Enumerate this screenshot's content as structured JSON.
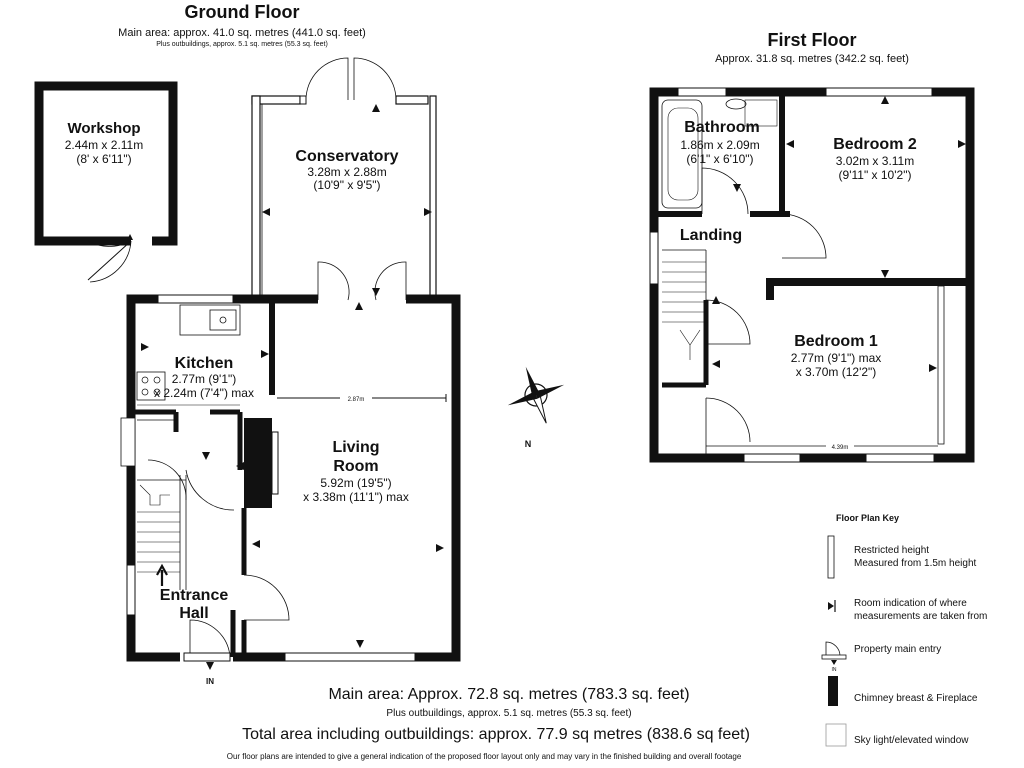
{
  "ground_floor": {
    "title": "Ground Floor",
    "area": "Main area: approx. 41.0 sq. metres (441.0 sq. feet)",
    "outbuildings": "Plus outbuildings, approx. 5.1 sq. metres (55.3 sq. feet)",
    "rooms": {
      "workshop": {
        "name": "Workshop",
        "dim1": "2.44m x 2.11m",
        "dim2": "(8' x 6'11\")"
      },
      "conservatory": {
        "name": "Conservatory",
        "dim1": "3.28m x 2.88m",
        "dim2": "(10'9\" x 9'5\")"
      },
      "kitchen": {
        "name": "Kitchen",
        "dim1": "2.77m (9'1\")",
        "dim2": "x 2.24m (7'4\") max"
      },
      "living_room": {
        "name1": "Living",
        "name2": "Room",
        "dim1": "5.92m (19'5\")",
        "dim2": "x 3.38m (11'1\") max"
      },
      "entrance_hall": {
        "name1": "Entrance",
        "name2": "Hall"
      }
    },
    "restricted_measure": "2.87m",
    "entry_label": "IN"
  },
  "first_floor": {
    "title": "First Floor",
    "area": "Approx. 31.8 sq. metres (342.2 sq. feet)",
    "rooms": {
      "bathroom": {
        "name": "Bathroom",
        "dim1": "1.86m x 2.09m",
        "dim2": "(6'1\" x 6'10\")"
      },
      "bedroom2": {
        "name": "Bedroom 2",
        "dim1": "3.02m x 3.11m",
        "dim2": "(9'11\" x 10'2\")"
      },
      "landing": {
        "name": "Landing"
      },
      "bedroom1": {
        "name": "Bedroom 1",
        "dim1": "2.77m (9'1\") max",
        "dim2": "x 3.70m (12'2\")"
      }
    },
    "restricted_measure": "4.39m"
  },
  "compass": {
    "label": "N"
  },
  "key": {
    "title": "Floor Plan Key",
    "items": [
      {
        "line1": "Restricted height",
        "line2": "Measured from 1.5m height"
      },
      {
        "line1": "Room indication of where",
        "line2": "measurements are taken from"
      },
      {
        "line1": "Property main entry",
        "line2": ""
      },
      {
        "line1": "Chimney breast & Fireplace",
        "line2": ""
      },
      {
        "line1": "Sky light/elevated window",
        "line2": ""
      }
    ],
    "entry_icon_label": "IN"
  },
  "totals": {
    "main_area": "Main area: Approx. 72.8 sq. metres (783.3 sq. feet)",
    "outbuildings": "Plus outbuildings, approx. 5.1 sq. metres (55.3 sq. feet)",
    "total": "Total area including  outbuildings: approx. 77.9 sq metres (838.6 sq feet)",
    "disclaimer": "Our floor plans are intended to give a general indication of the proposed floor layout only and may vary in the finished building and overall footage"
  }
}
